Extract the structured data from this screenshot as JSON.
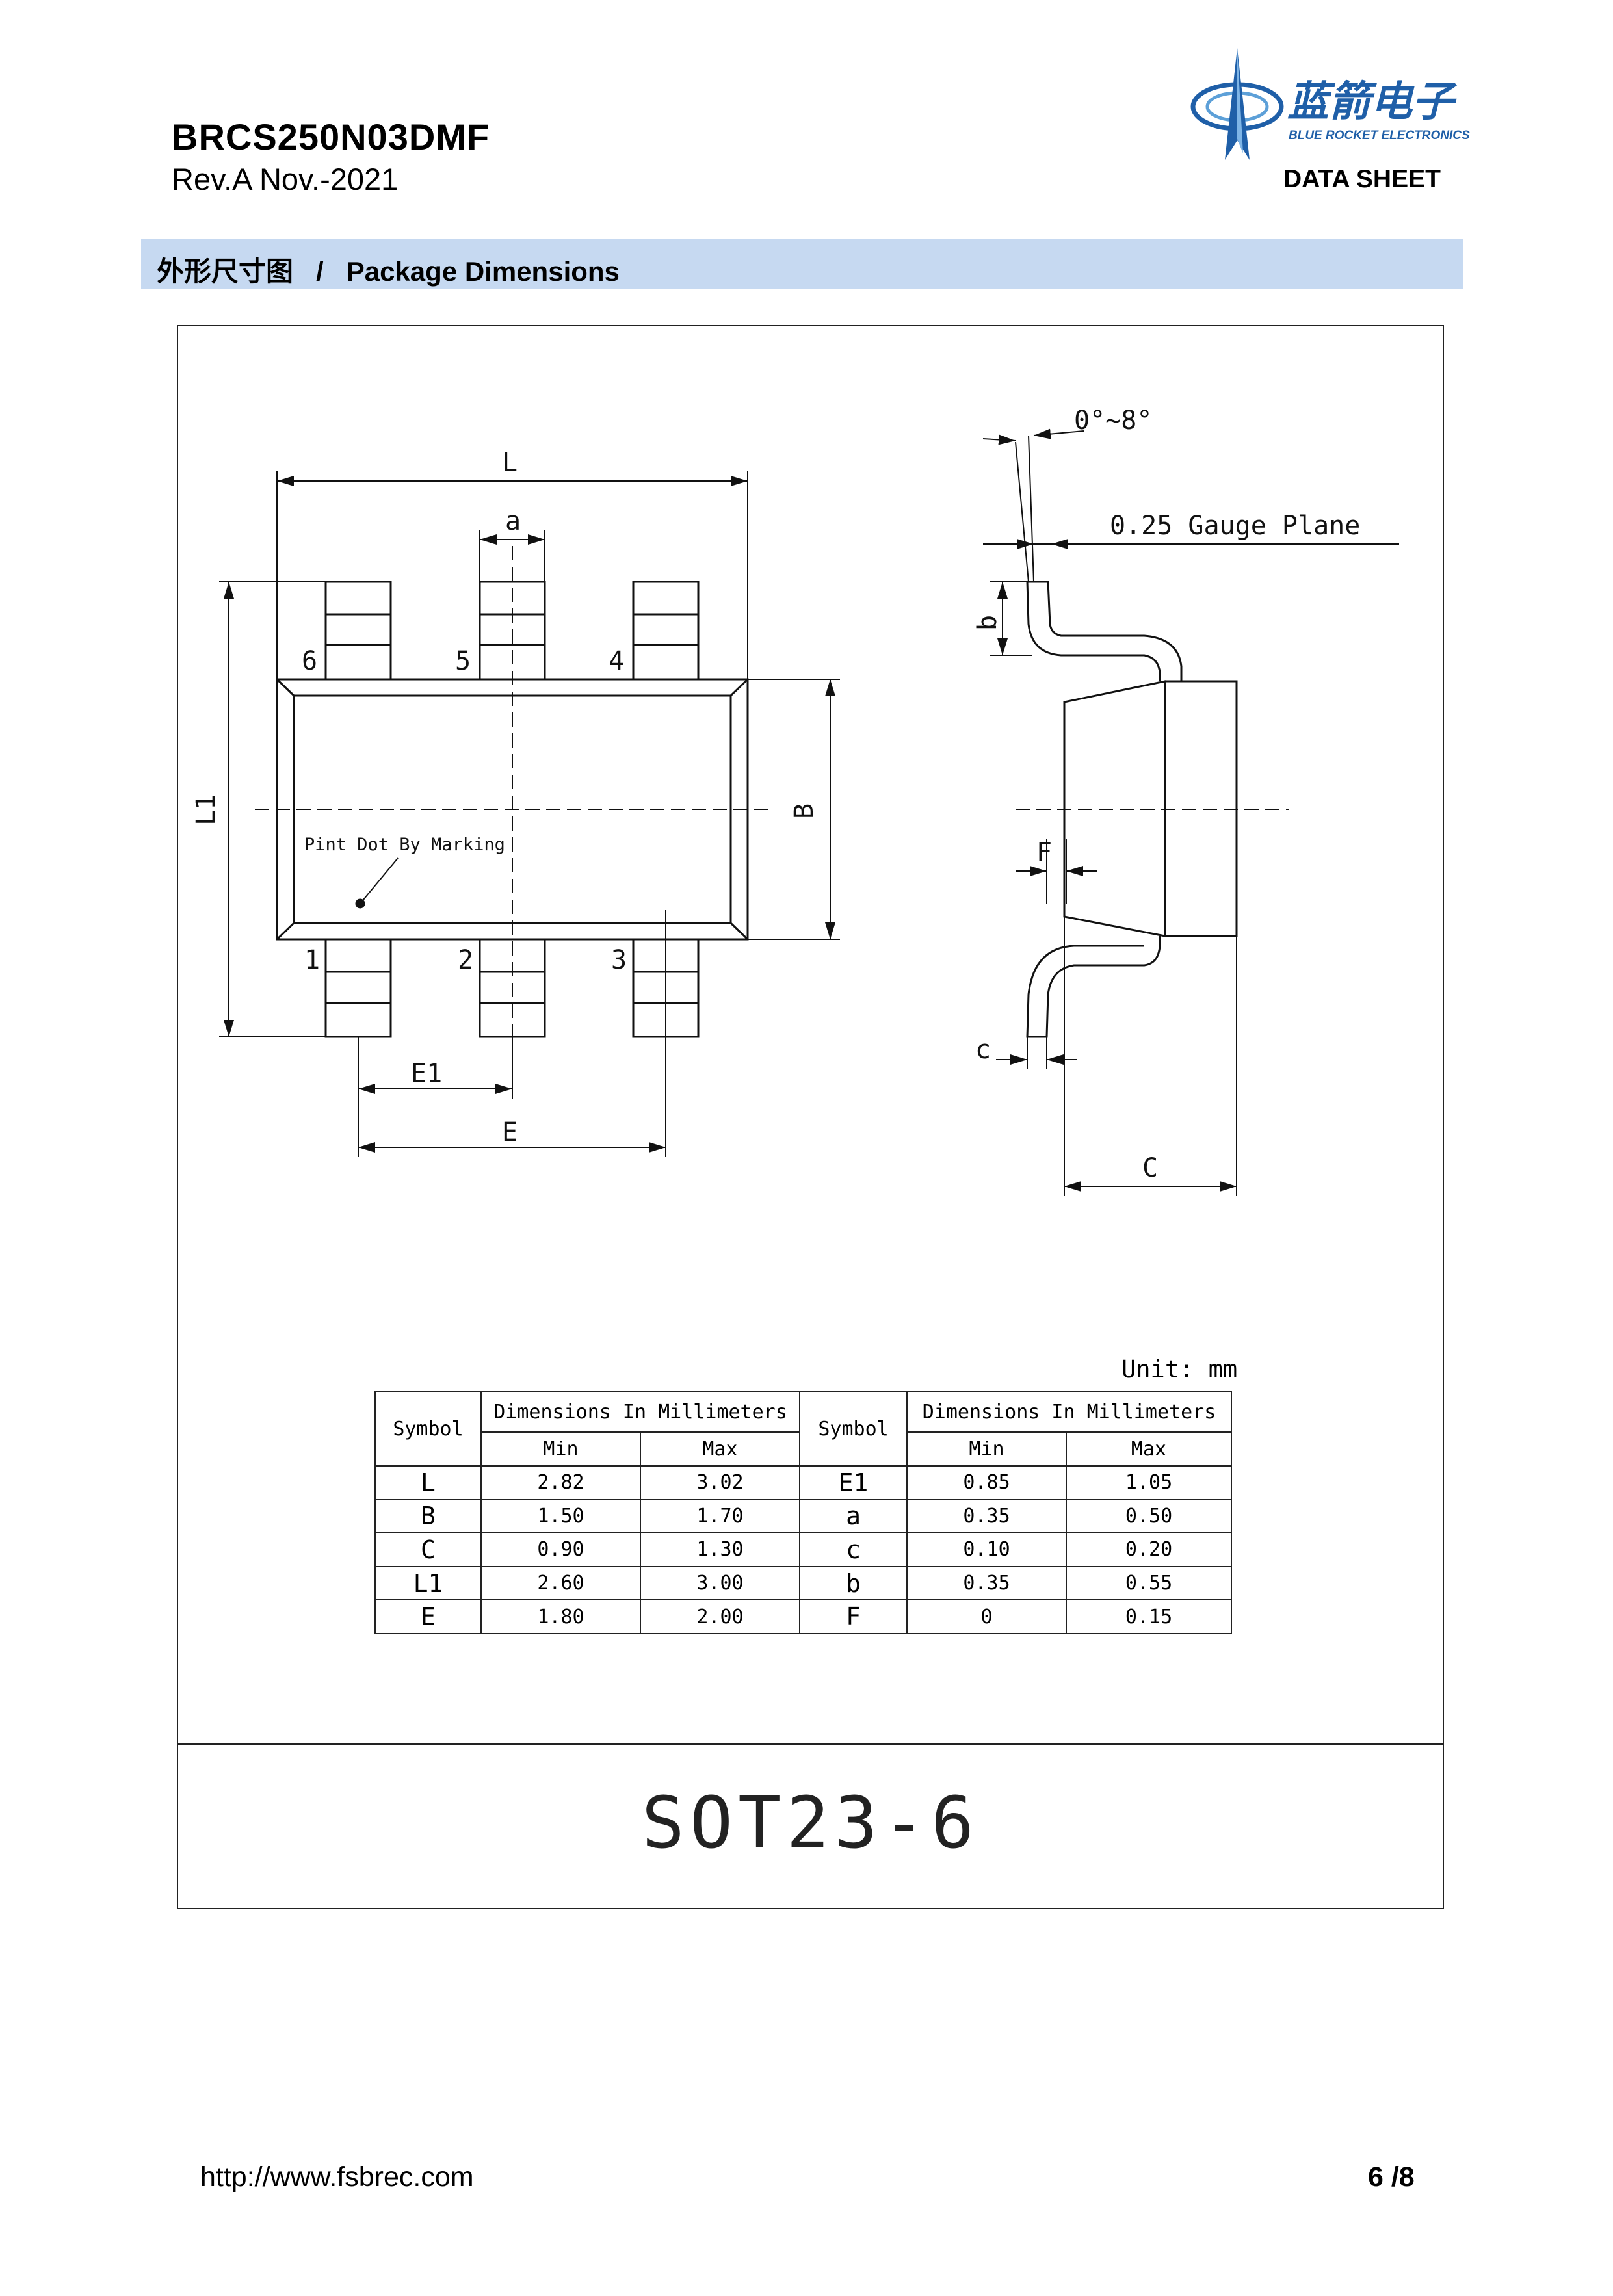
{
  "header": {
    "part_number": "BRCS250N03DMF",
    "revision": "Rev.A Nov.-2021",
    "logo_cn": "蓝箭电子",
    "logo_en": "BLUE ROCKET ELECTRONICS",
    "doc_type": "DATA SHEET",
    "brand_color": "#1f5fa8"
  },
  "section": {
    "title_cn": "外形尺寸图",
    "separator": "/",
    "title_en": "Package Dimensions"
  },
  "drawing": {
    "pin_labels": [
      "1",
      "2",
      "3",
      "4",
      "5",
      "6"
    ],
    "dim_labels": {
      "L": "L",
      "a": "a",
      "L1": "L1",
      "B": "B",
      "E1": "E1",
      "E": "E",
      "angle": "0°~8°",
      "gauge": "0.25 Gauge Plane",
      "b": "b",
      "F": "F",
      "c": "c",
      "C": "C"
    },
    "marking_note": "Pint Dot By Marking"
  },
  "table": {
    "unit": "Unit: mm",
    "symbol_header": "Symbol",
    "group_header": "Dimensions In Millimeters",
    "min_header": "Min",
    "max_header": "Max",
    "rows": [
      {
        "s1": "L",
        "min1": "2.82",
        "max1": "3.02",
        "s2": "E1",
        "min2": "0.85",
        "max2": "1.05"
      },
      {
        "s1": "B",
        "min1": "1.50",
        "max1": "1.70",
        "s2": "a",
        "min2": "0.35",
        "max2": "0.50"
      },
      {
        "s1": "C",
        "min1": "0.90",
        "max1": "1.30",
        "s2": "c",
        "min2": "0.10",
        "max2": "0.20"
      },
      {
        "s1": "L1",
        "min1": "2.60",
        "max1": "3.00",
        "s2": "b",
        "min2": "0.35",
        "max2": "0.55"
      },
      {
        "s1": "E",
        "min1": "1.80",
        "max1": "2.00",
        "s2": "F",
        "min2": "0",
        "max2": "0.15"
      }
    ]
  },
  "package_name": "SOT23-6",
  "footer": {
    "url": "http://www.fsbrec.com",
    "page": "6 /8"
  }
}
